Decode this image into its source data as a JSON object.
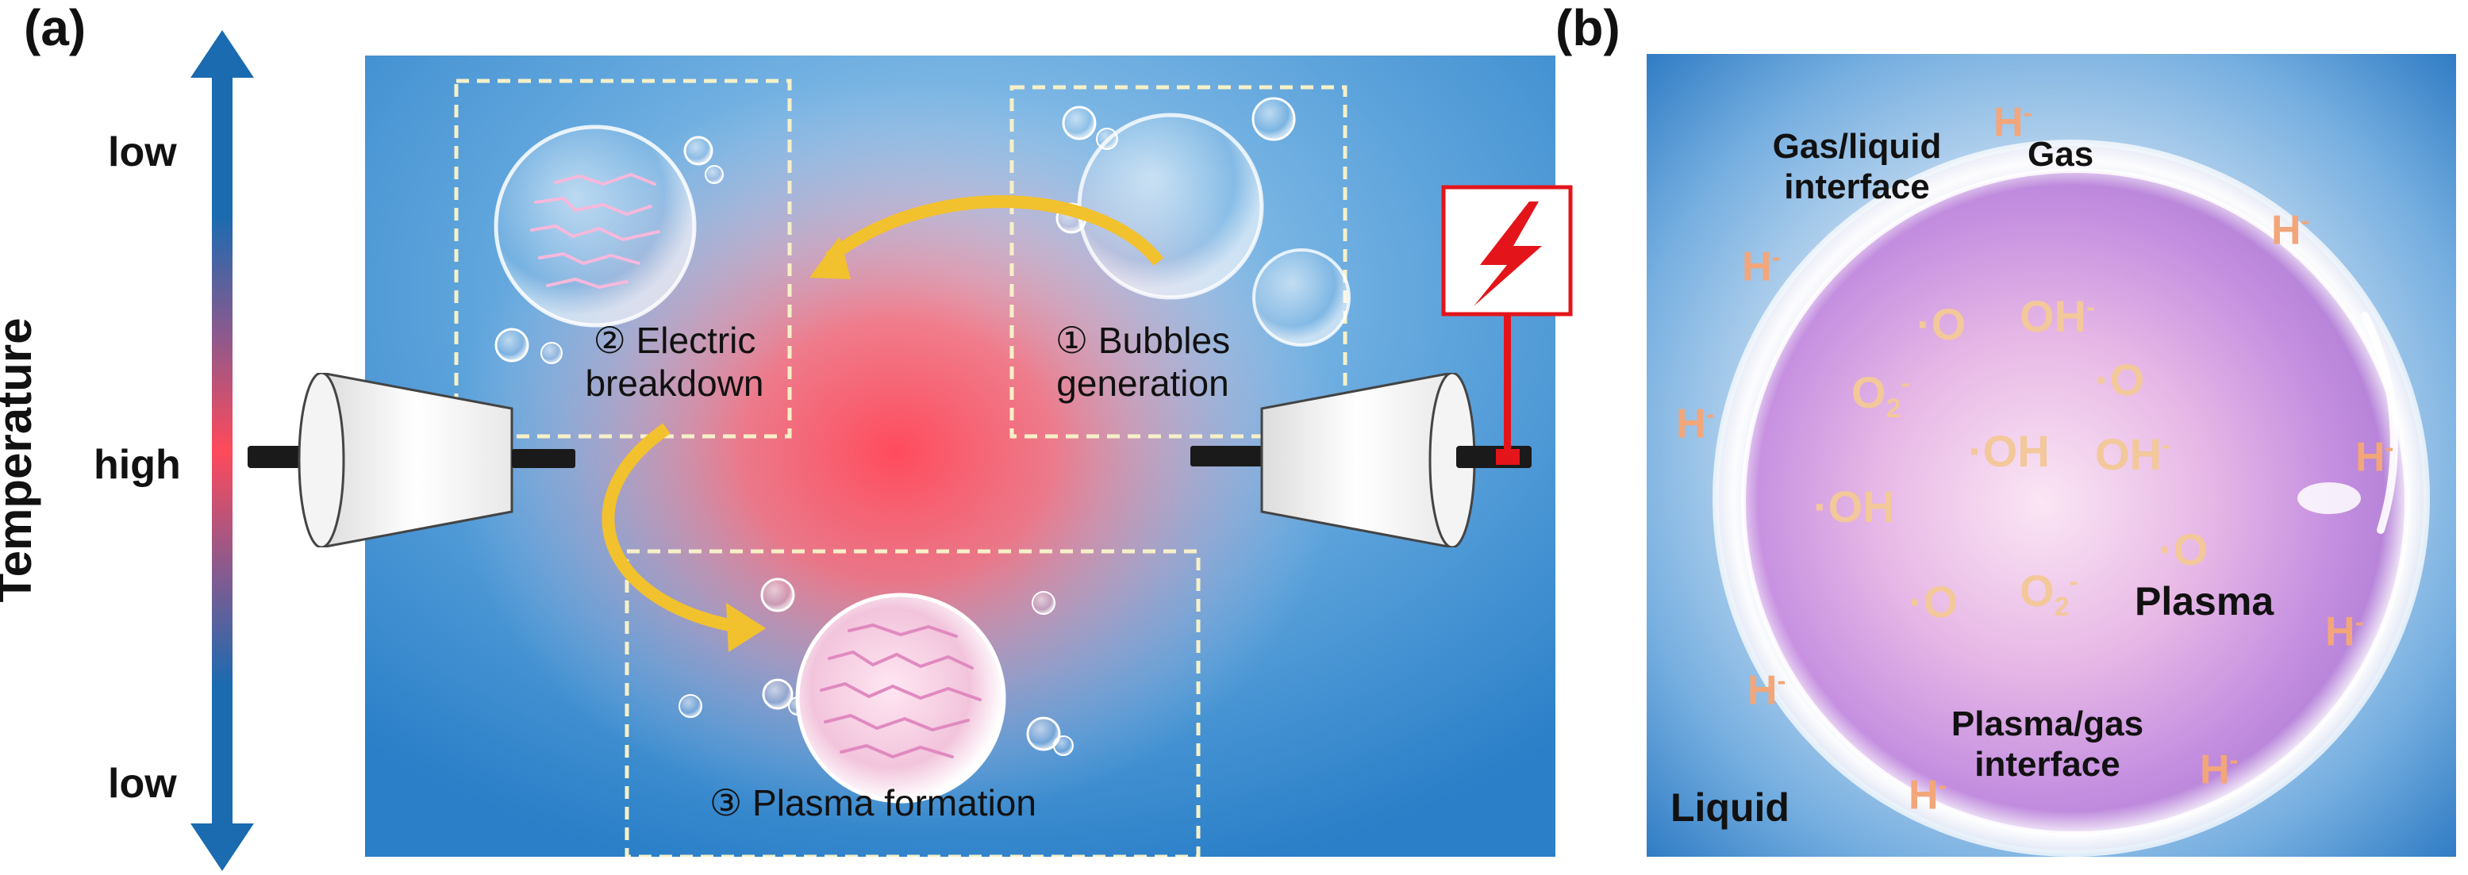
{
  "panel_a": {
    "label": "(a)",
    "temperature": {
      "axis_label": "Temperature",
      "top": "low",
      "middle": "high",
      "bottom": "low"
    },
    "steps": {
      "electric": {
        "line1": "② Electric",
        "line2": "breakdown"
      },
      "bubbles": {
        "line1": "① Bubbles",
        "line2": "generation"
      },
      "plasma": {
        "line1": "③ Plasma  formation"
      }
    },
    "icons": {
      "power": "lightning-bolt-icon"
    },
    "colors": {
      "liquid": "#2a7fc8",
      "hot": "#ff4b5c",
      "arrow": "#f2c12e",
      "power_red": "#e3151b"
    }
  },
  "panel_b": {
    "label": "(b)",
    "regions": {
      "gas_liquid": {
        "line1": "Gas/liquid",
        "line2": "interface"
      },
      "gas": "Gas",
      "plasma": "Plasma",
      "plasma_gas": {
        "line1": "Plasma/gas",
        "line2": "interface"
      },
      "liquid": "Liquid"
    },
    "species": {
      "o": "·O",
      "oh_minus": {
        "base": "OH",
        "sup": "-"
      },
      "o2_minus": {
        "base": "O",
        "sub": "2",
        "sup": "-"
      },
      "oh_radical": "·OH",
      "h_minus": {
        "base": "H",
        "sup": "-"
      }
    },
    "colors": {
      "plasma": "#c58fe0",
      "liquid": "#2a78c2"
    }
  }
}
